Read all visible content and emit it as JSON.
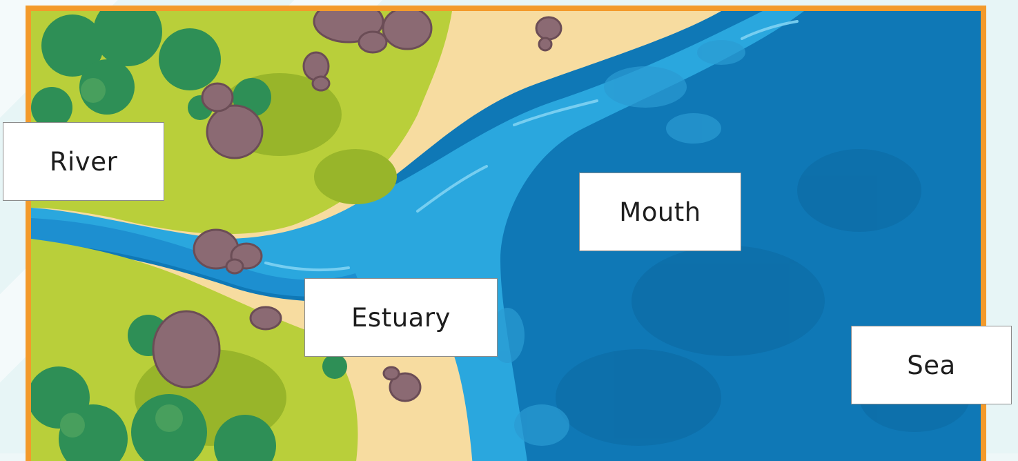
{
  "labels": {
    "river": "River",
    "estuary": "Estuary",
    "mouth": "Mouth",
    "sea": "Sea"
  },
  "colors": {
    "frame": "#f39a2b",
    "sea_deep": "#0f78b6",
    "water_light": "#2aa7de",
    "sand": "#f7dca0",
    "grass": "#b9cf3a",
    "grass_dark": "#98b52a",
    "tree": "#2e8f56",
    "rock": "#8b6a73"
  },
  "icons": [
    "tree-icon",
    "rock-icon"
  ]
}
